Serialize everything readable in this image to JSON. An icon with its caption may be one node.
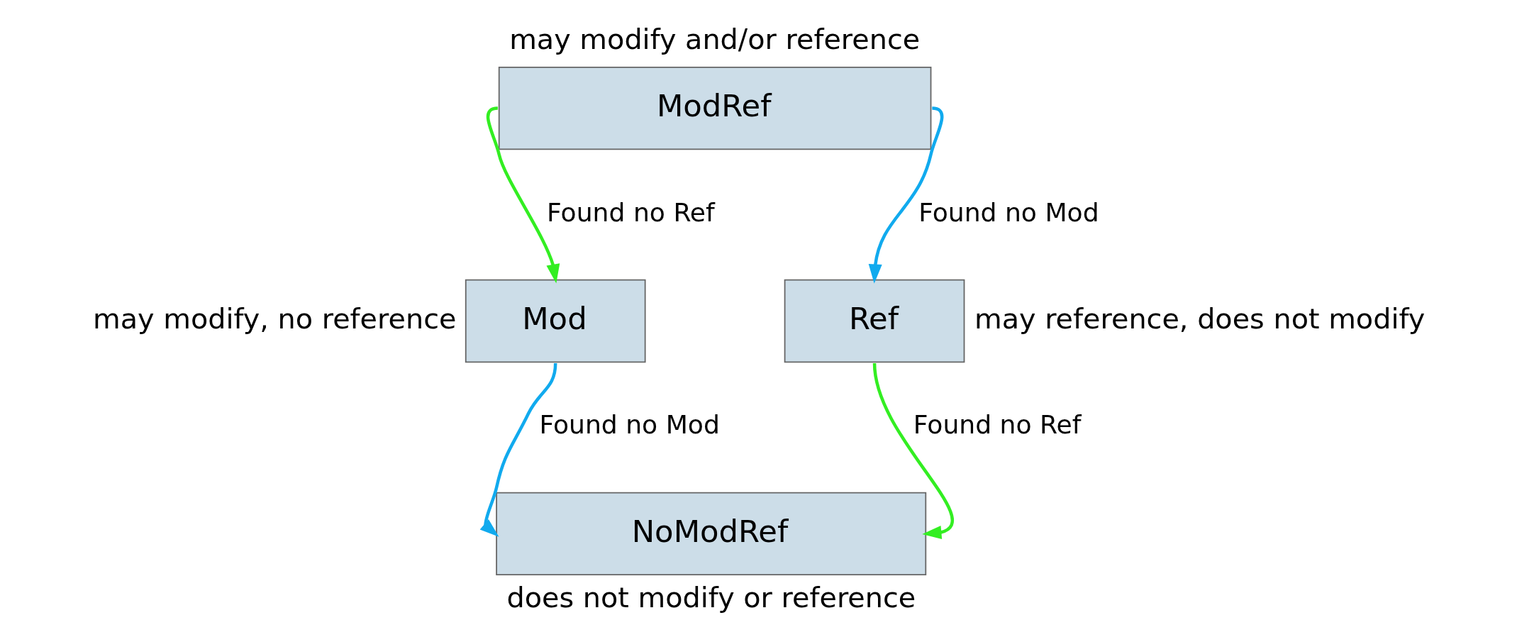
{
  "diagram": {
    "nodes": [
      {
        "text": [
          "ModRef"
        ],
        "beside": [
          "may modify and/or reference"
        ]
      },
      {
        "text": [
          "Mod"
        ],
        "beside": [
          "may modify, no reference"
        ]
      },
      {
        "text": [
          "Ref"
        ],
        "beside": [
          "may reference, does not modify"
        ]
      },
      {
        "text": [
          "NoModRef"
        ],
        "beside": [
          "does not modify or reference"
        ]
      }
    ],
    "edges": [
      {
        "from": 0,
        "to": 1,
        "arrow": "to",
        "label": "Found no Ref",
        "color": "#33ee22"
      },
      {
        "from": 0,
        "to": 2,
        "arrow": "to",
        "label": "Found no Mod",
        "color": "#11aaee"
      },
      {
        "from": 1,
        "to": 3,
        "arrow": "to",
        "label": "Found no Mod",
        "color": "#11aaee"
      },
      {
        "from": 2,
        "to": 3,
        "arrow": "to",
        "label": "Found no Ref",
        "color": "#33ee22"
      }
    ]
  }
}
